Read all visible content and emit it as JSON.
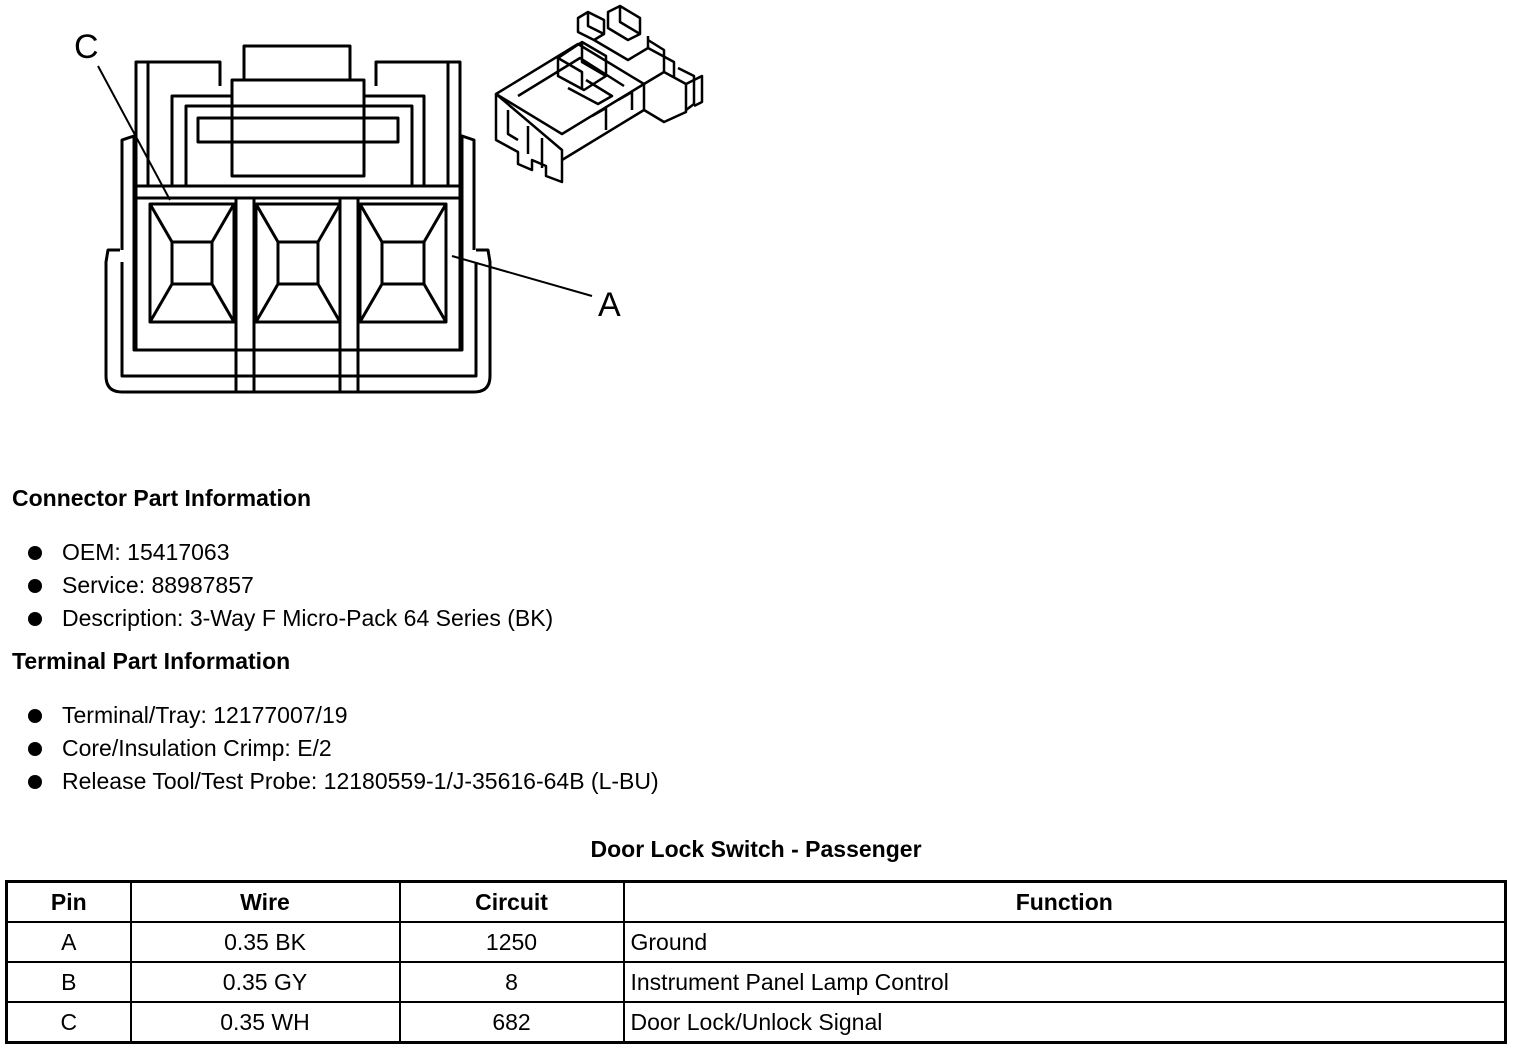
{
  "diagram": {
    "callout_c": "C",
    "callout_a": "A"
  },
  "connector_info": {
    "heading": "Connector Part Information",
    "items": [
      "OEM: 15417063",
      "Service: 88987857",
      "Description: 3-Way F Micro-Pack 64 Series (BK)"
    ]
  },
  "terminal_info": {
    "heading": "Terminal Part Information",
    "items": [
      "Terminal/Tray: 12177007/19",
      "Core/Insulation Crimp: E/2",
      "Release Tool/Test Probe: 12180559-1/J-35616-64B (L-BU)"
    ]
  },
  "pin_table": {
    "title": "Door Lock Switch - Passenger",
    "headers": [
      "Pin",
      "Wire",
      "Circuit",
      "Function"
    ],
    "rows": [
      [
        "A",
        "0.35 BK",
        "1250",
        "Ground"
      ],
      [
        "B",
        "0.35 GY",
        "8",
        "Instrument Panel Lamp Control"
      ],
      [
        "C",
        "0.35 WH",
        "682",
        "Door Lock/Unlock Signal"
      ]
    ]
  }
}
